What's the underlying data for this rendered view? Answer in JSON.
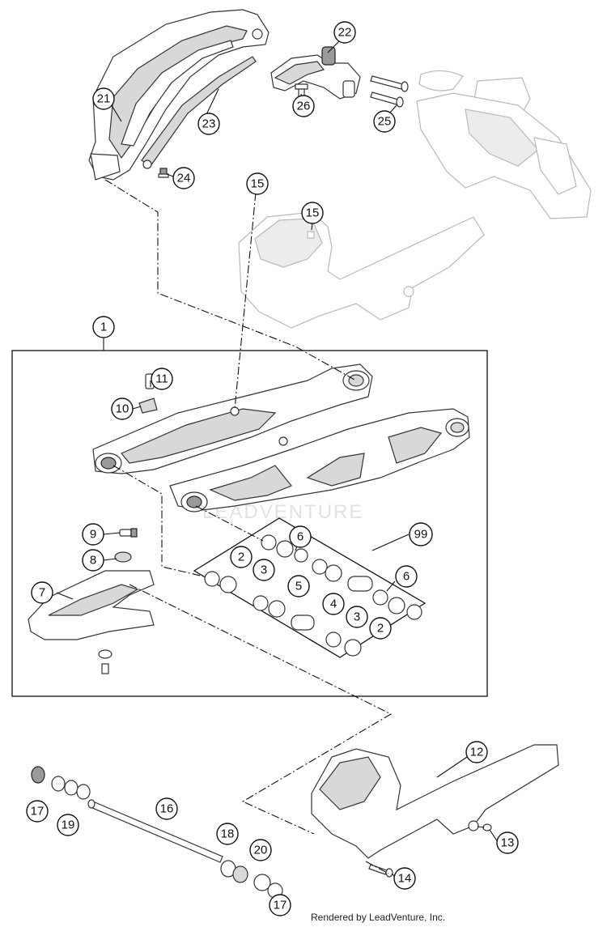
{
  "watermark": "LEADVENTURE",
  "credit": "Rendered by LeadVenture, Inc.",
  "callouts": [
    "21",
    "22",
    "23",
    "24",
    "25",
    "26",
    "15",
    "15",
    "1",
    "11",
    "10",
    "9",
    "8",
    "7",
    "6",
    "99",
    "2",
    "3",
    "5",
    "6",
    "4",
    "3",
    "2",
    "12",
    "16",
    "17",
    "19",
    "18",
    "20",
    "13",
    "14",
    "17"
  ]
}
